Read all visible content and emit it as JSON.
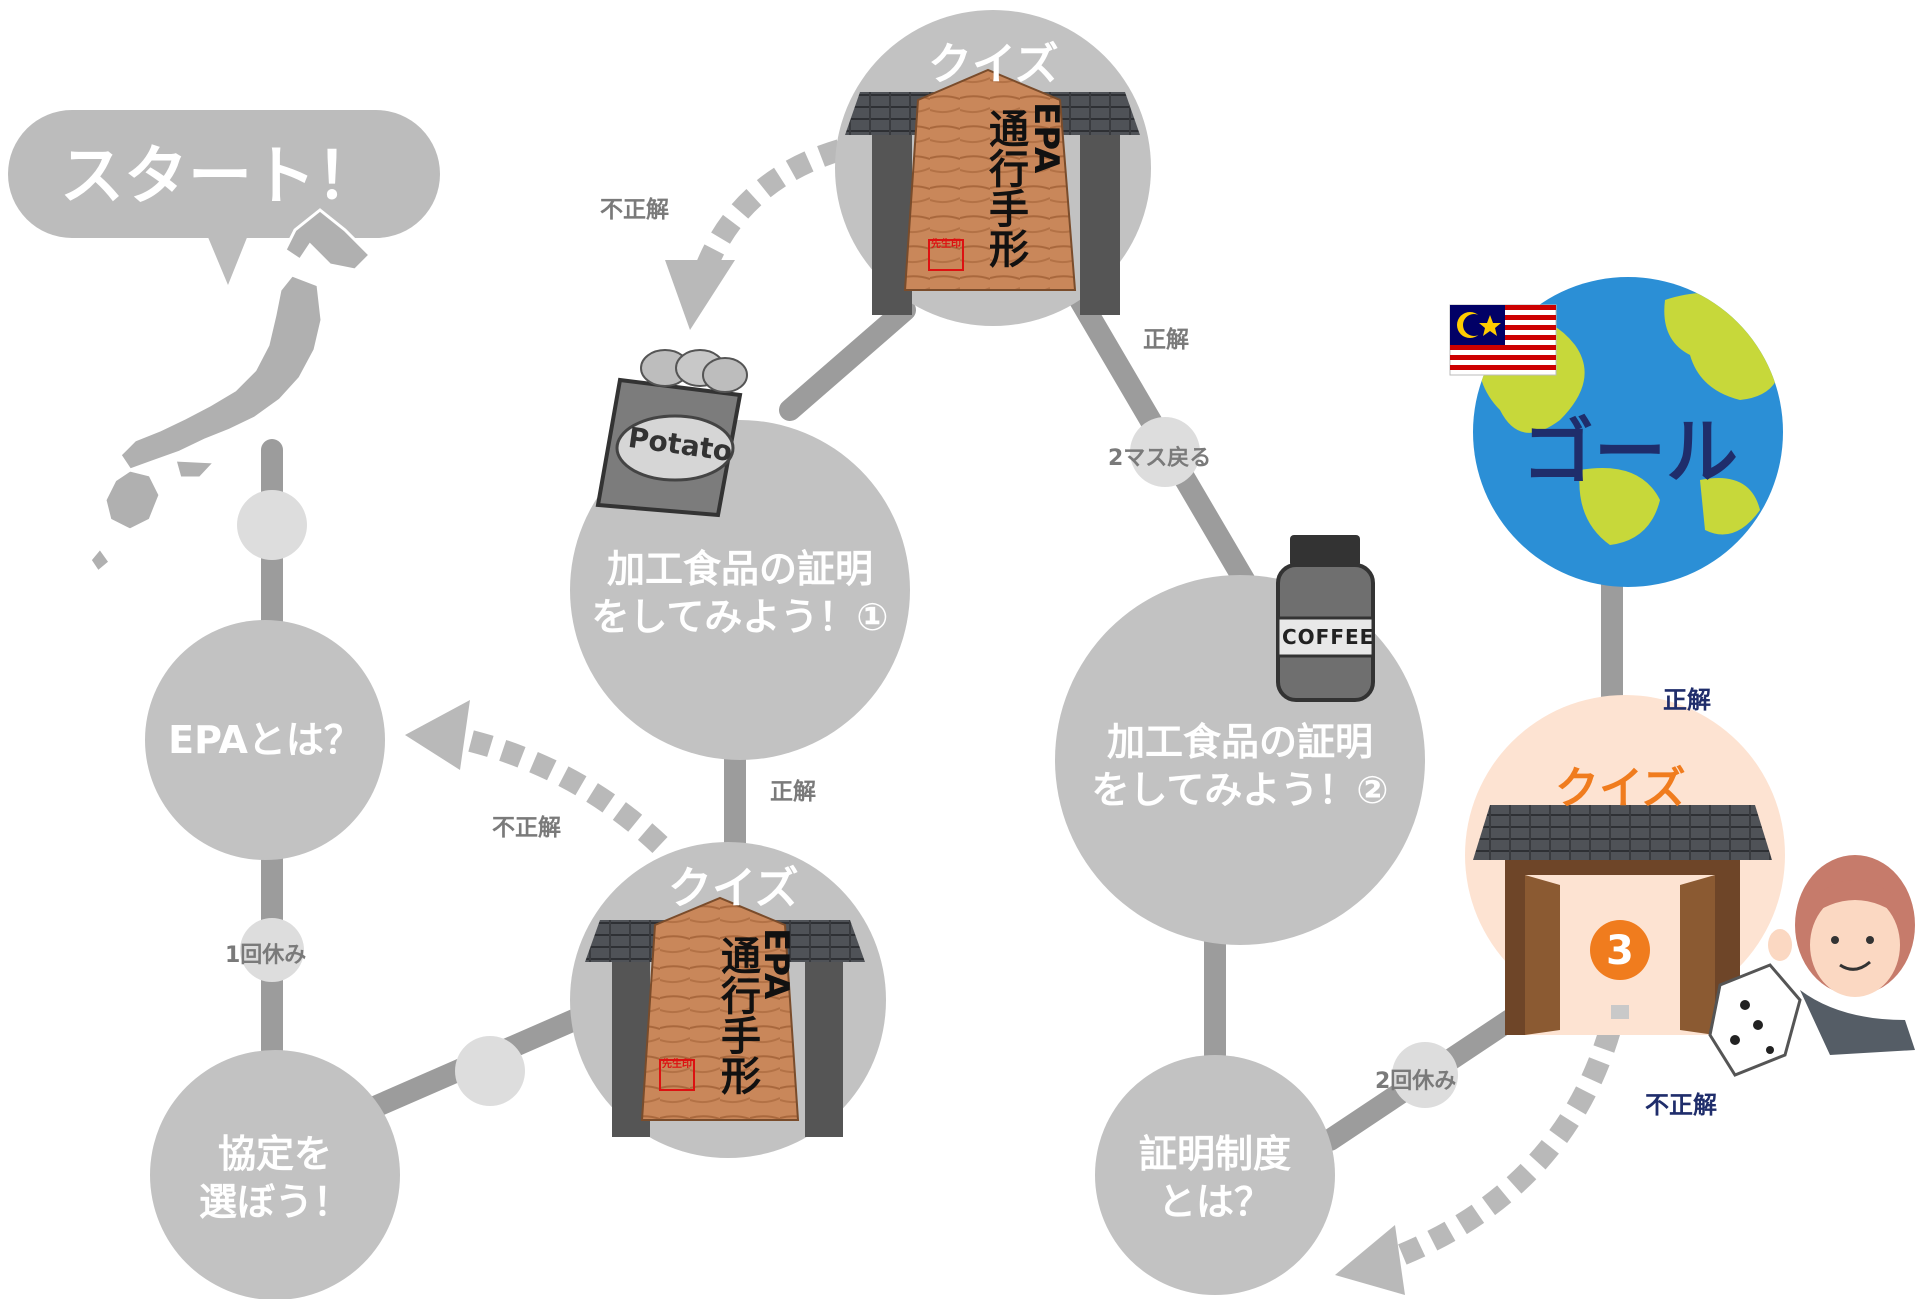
{
  "start": {
    "label": "スタート！"
  },
  "goal": {
    "label": "ゴール"
  },
  "nodes": {
    "epa_what": "EPAとは？",
    "agreement": [
      "協定を",
      "選ぼう！"
    ],
    "proof1": [
      "加工食品の証明",
      "をしてみよう！①"
    ],
    "proof2": [
      "加工食品の証明",
      "をしてみよう！②"
    ],
    "cert_system": [
      "証明制度",
      "とは？"
    ]
  },
  "quiz_label": "クイズ",
  "permit": {
    "line1": "EPA",
    "line2": "通行手形",
    "seal": "先生印"
  },
  "edges": {
    "correct": "正解",
    "incorrect": "不正解",
    "back2": "2マス戻る",
    "rest1": "1回休み",
    "rest2": "2回休み"
  },
  "dice": {
    "value": "3"
  },
  "items": {
    "potato": "Potato",
    "coffee": "COFFEE"
  },
  "colors": {
    "node_grey": "#c2c2c2",
    "path_grey": "#9c9c9c",
    "active_quiz_bg": "#fde3d2",
    "quiz_orange": "#f07c1e",
    "goal_navy": "#1f2d6b",
    "ocean": "#2b8fd6",
    "land": "#c7d83a"
  },
  "icons": [
    "japan-map-icon",
    "potato-chips-icon",
    "coffee-jar-icon",
    "gate-icon",
    "malaysia-flag-icon",
    "globe-icon",
    "dice-icon",
    "woman-player-icon"
  ]
}
